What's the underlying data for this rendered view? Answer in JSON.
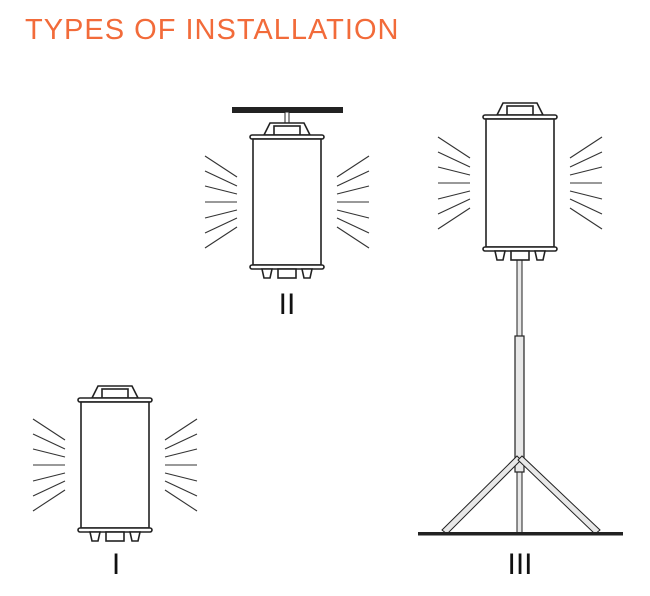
{
  "title": "TYPES OF INSTALLATION",
  "colors": {
    "title": "#f26b3a",
    "line": "#222222",
    "fill": "#ffffff",
    "pole": "#e8e8e8"
  },
  "installations": [
    {
      "label": "I",
      "mount": "ground"
    },
    {
      "label": "II",
      "mount": "ceiling"
    },
    {
      "label": "III",
      "mount": "tripod"
    }
  ]
}
